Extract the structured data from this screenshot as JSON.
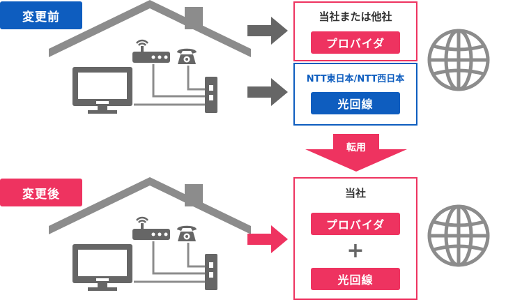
{
  "before": {
    "tag": "変更前",
    "top_box": {
      "title": "当社または他社",
      "pill": "プロバイダ"
    },
    "bottom_box": {
      "title": "NTT東日本/NTT西日本",
      "pill": "光回線"
    }
  },
  "transfer_label": "転用",
  "after": {
    "tag": "変更後",
    "box": {
      "title": "当社",
      "pill_top": "プロバイダ",
      "plus": "+",
      "pill_bottom": "光回線"
    }
  },
  "colors": {
    "pink": "#EE3360",
    "blue": "#0E5DBF",
    "gray": "#8C8C8C",
    "dark_gray": "#666666"
  },
  "icons": [
    "house-icon",
    "router-icon",
    "telephone-icon",
    "monitor-icon",
    "onu-device-icon",
    "globe-icon",
    "arrow-right-icon",
    "arrow-down-icon"
  ]
}
